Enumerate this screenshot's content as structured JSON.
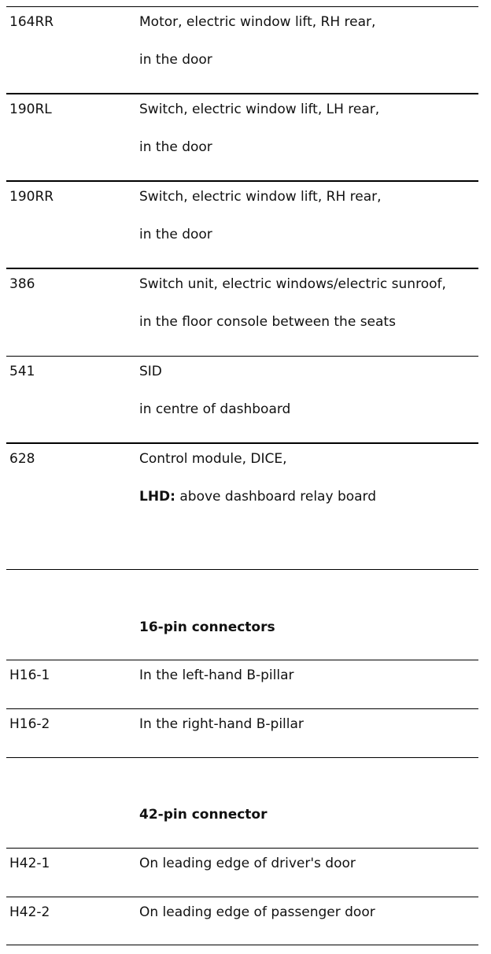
{
  "components": [
    {
      "code": "164RR",
      "line1": "Motor, electric window lift, RH rear,",
      "line2": "in the door"
    },
    {
      "code": "190RL",
      "line1": "Switch, electric window lift, LH rear,",
      "line2": "in the door"
    },
    {
      "code": "190RR",
      "line1": "Switch, electric window lift, RH rear,",
      "line2": "in the door"
    },
    {
      "code": "386",
      "line1": "Switch unit, electric windows/electric sunroof,",
      "line2": "in the floor console between the seats"
    },
    {
      "code": "541",
      "line1": "SID",
      "line2": "in centre of dashboard"
    },
    {
      "code": "628",
      "line1": "Control module, DICE,",
      "line2_bold": "LHD:",
      "line2": "above dashboard relay board"
    }
  ],
  "sections": [
    {
      "heading": "16-pin connectors",
      "rows": [
        {
          "code": "H16-1",
          "desc": "In the left-hand B-pillar"
        },
        {
          "code": "H16-2",
          "desc": "In the right-hand B-pillar"
        }
      ]
    },
    {
      "heading": "42-pin connector",
      "rows": [
        {
          "code": "H42-1",
          "desc": "On leading edge of driver's door"
        },
        {
          "code": "H42-2",
          "desc": "On leading edge of passenger door"
        }
      ]
    }
  ]
}
